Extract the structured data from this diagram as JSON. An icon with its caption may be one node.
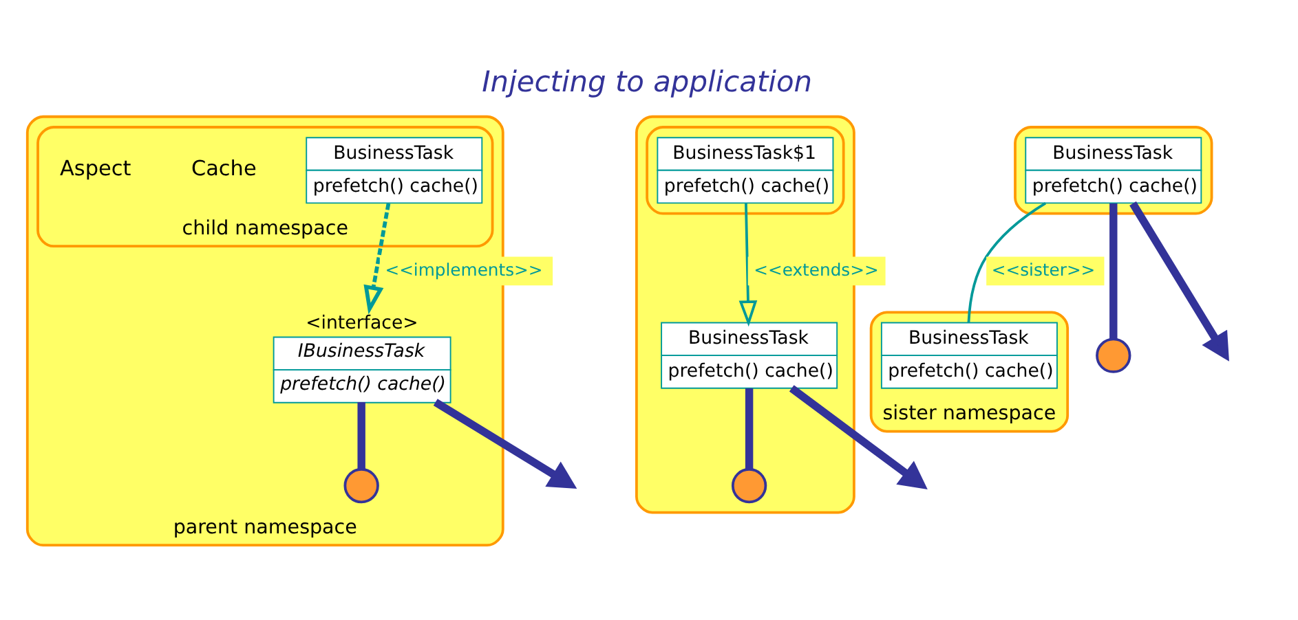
{
  "diagram": {
    "title": "Injecting to application",
    "nodes": [
      {
        "text": [
          "parent namespace"
        ]
      },
      {
        "text": [
          "<interface>",
          "IBusinessTask",
          "prefetch() cache()"
        ],
        "in": 0
      },
      {
        "text": [
          "child namespace"
        ],
        "in": 0
      },
      {
        "text": [
          "BusinessTask",
          "prefetch() cache()"
        ],
        "in": 2
      },
      {
        "text": [],
        "shape": "circle",
        "in": 0
      },
      {
        "text": [],
        "shape": "box"
      },
      {
        "text": [
          "BusinessTask",
          "prefetch() cache()"
        ],
        "in": 5
      },
      {
        "text": [],
        "shape": "box",
        "in": 5
      },
      {
        "text": [
          "BusinessTask$1",
          "prefetch() cache()"
        ],
        "in": 7
      },
      {
        "text": [],
        "shape": "circle",
        "in": 5
      },
      {
        "text": [],
        "shape": "box"
      },
      {
        "text": [
          "BusinessTask",
          "prefetch() cache()"
        ],
        "in": 10
      },
      {
        "text": [
          "sister namespace"
        ]
      },
      {
        "text": [
          "BusinessTask",
          "prefetch() cache()"
        ],
        "in": 12
      },
      {
        "text": [],
        "shape": "circle"
      }
    ],
    "edges": [
      {
        "from": 3,
        "to": 1,
        "arrow": "to",
        "style": "dashed",
        "label": "<<implements>>",
        "color": "#009999"
      },
      {
        "from": 1,
        "to": 4,
        "arrow": "none"
      },
      {
        "from": 1,
        "to": null,
        "arrow": "to"
      },
      {
        "from": 8,
        "to": 6,
        "arrow": "to",
        "label": "<<extends>>",
        "color": "#009999"
      },
      {
        "from": 6,
        "to": 9,
        "arrow": "none"
      },
      {
        "from": 6,
        "to": null,
        "arrow": "to"
      },
      {
        "from": 11,
        "to": 13,
        "arrow": "none",
        "label": "<<sister>>",
        "color": "#009999"
      },
      {
        "from": 11,
        "to": 14,
        "arrow": "none"
      },
      {
        "from": 11,
        "to": null,
        "arrow": "to"
      }
    ],
    "labels": [
      "Cache",
      "Aspect"
    ]
  }
}
